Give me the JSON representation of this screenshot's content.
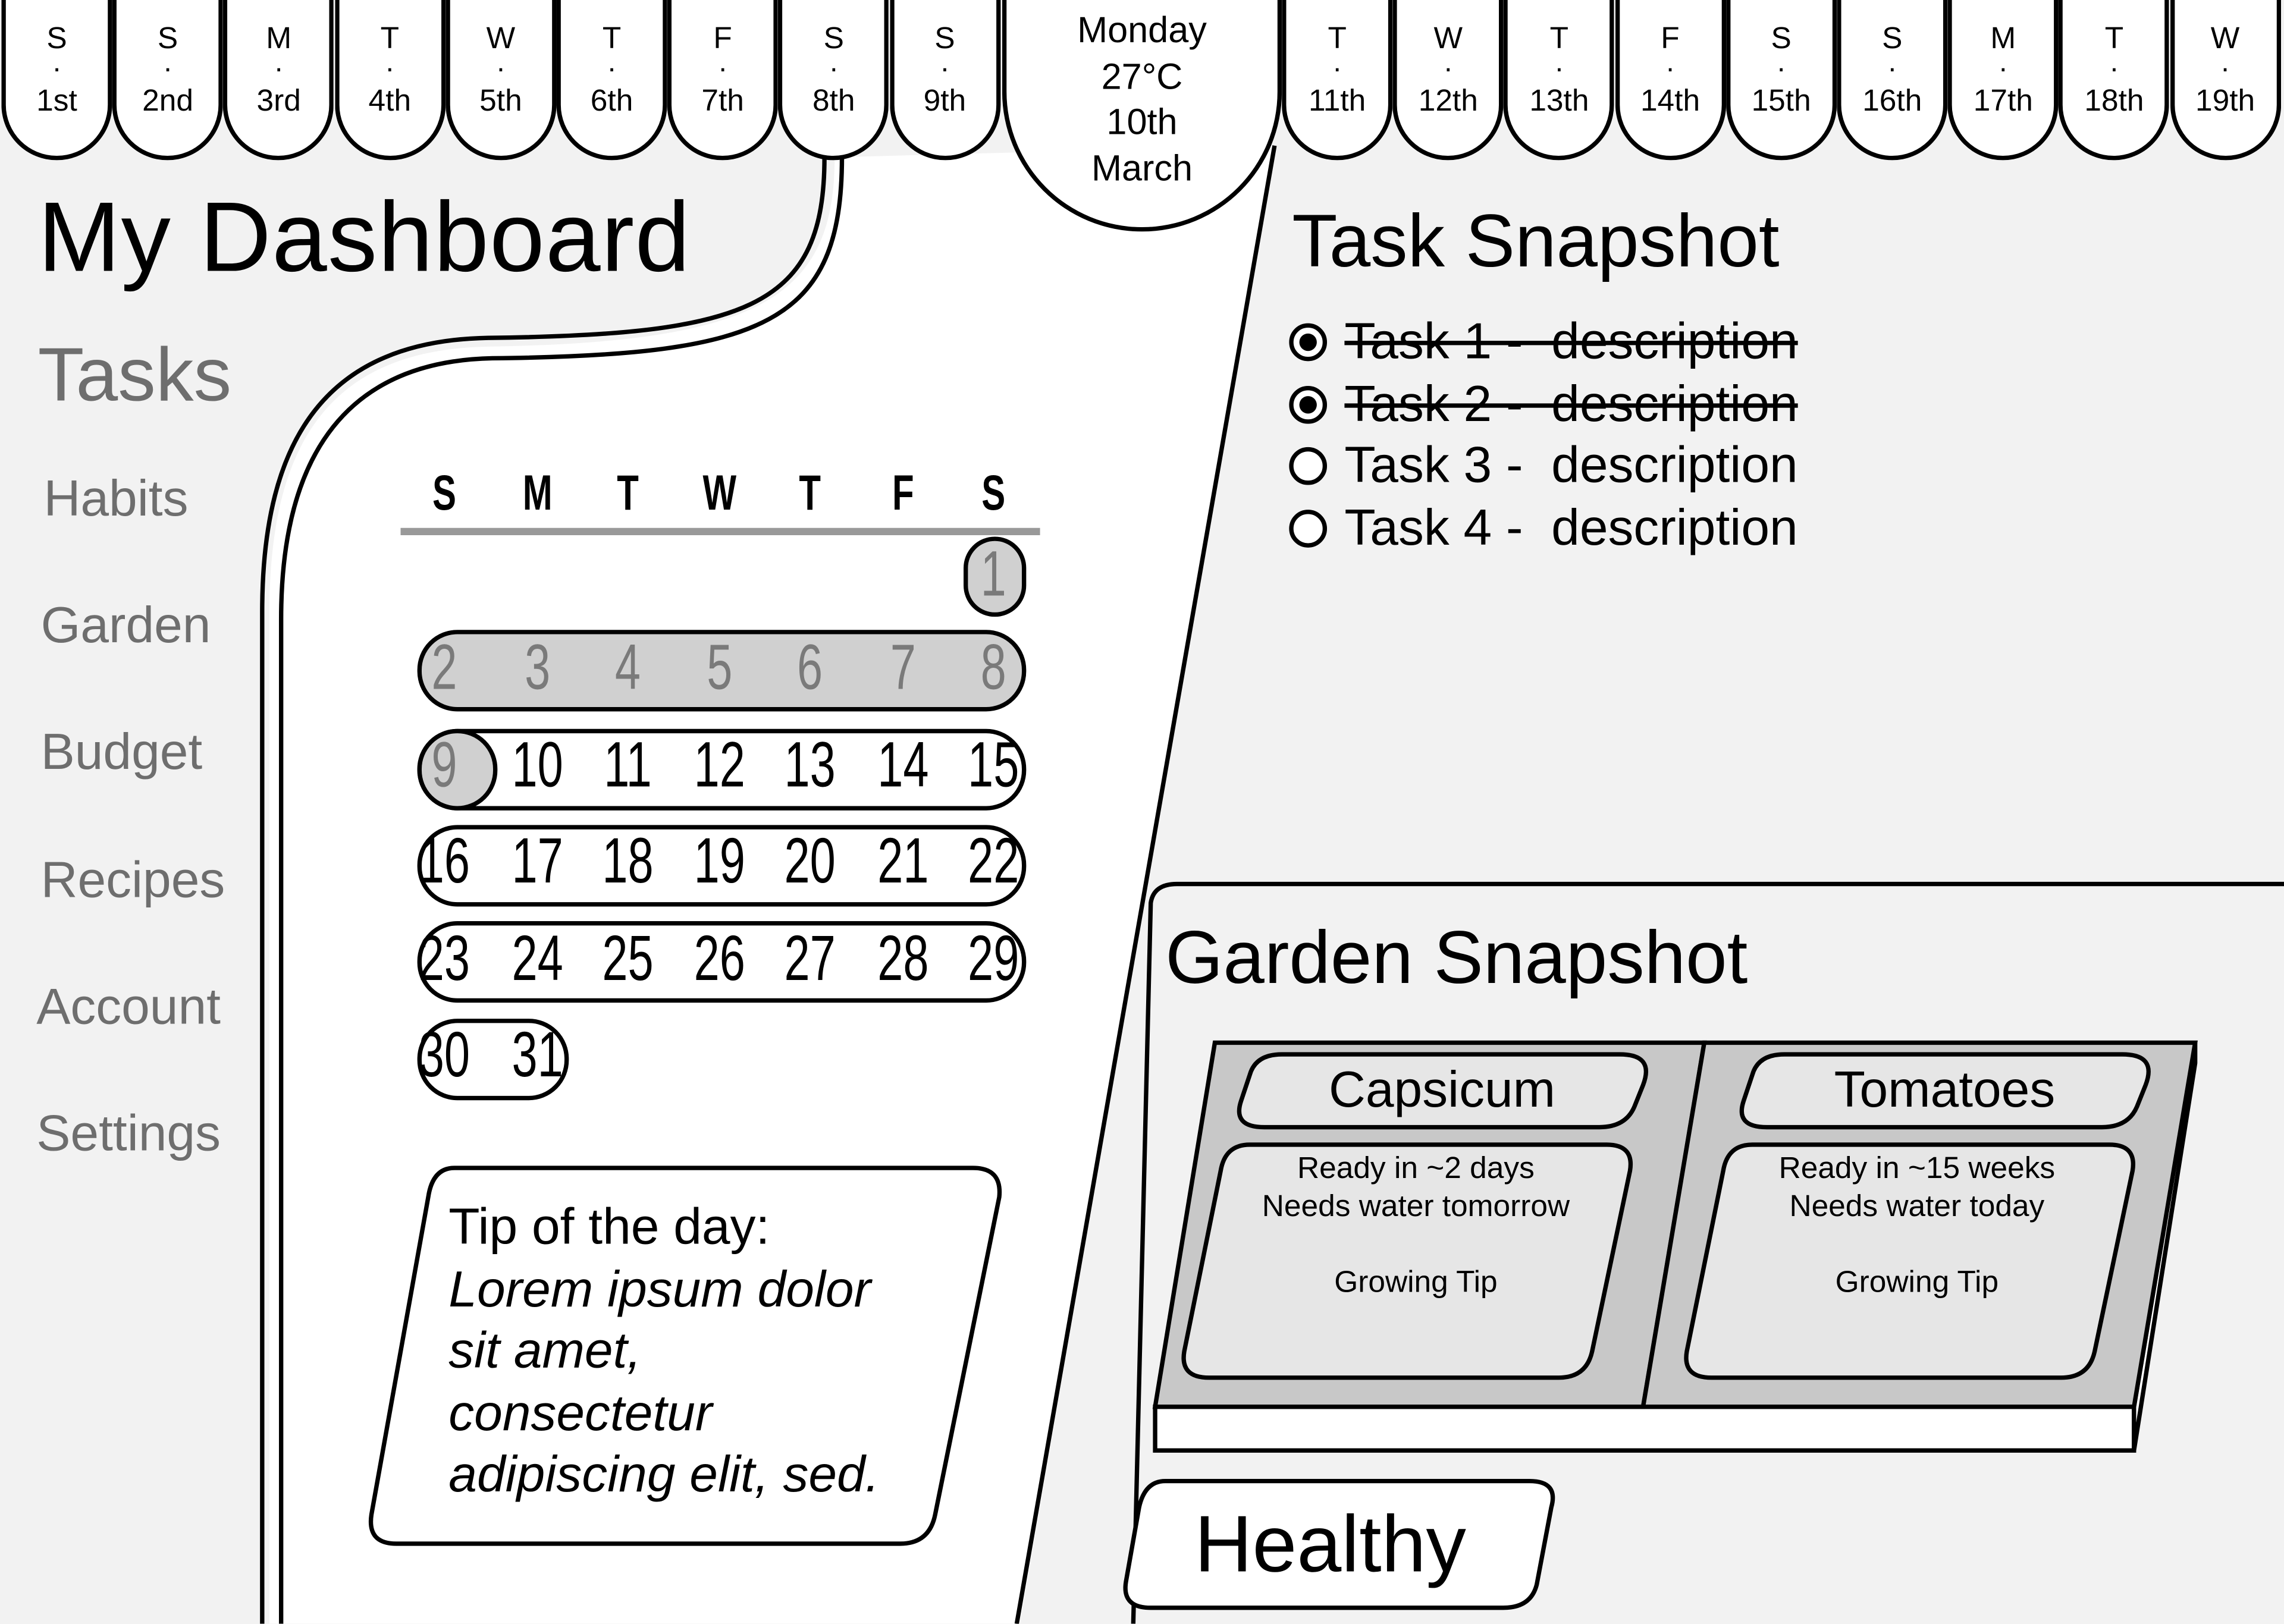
{
  "dashboard": {
    "title": "My Dashboard"
  },
  "nav": {
    "tasks": "Tasks",
    "items": [
      "Habits",
      "Garden",
      "Budget",
      "Recipes",
      "Account",
      "Settings"
    ]
  },
  "date_strip": {
    "days_before": [
      {
        "dow": "S",
        "sep": ".",
        "date": "1st"
      },
      {
        "dow": "S",
        "sep": ".",
        "date": "2nd"
      },
      {
        "dow": "M",
        "sep": ".",
        "date": "3rd"
      },
      {
        "dow": "T",
        "sep": ".",
        "date": "4th"
      },
      {
        "dow": "W",
        "sep": ".",
        "date": "5th"
      },
      {
        "dow": "T",
        "sep": ".",
        "date": "6th"
      },
      {
        "dow": "F",
        "sep": ".",
        "date": "7th"
      },
      {
        "dow": "S",
        "sep": ".",
        "date": "8th"
      },
      {
        "dow": "S",
        "sep": ".",
        "date": "9th"
      }
    ],
    "today": {
      "day": "Monday",
      "temp": "27°C",
      "date": "10th",
      "month": "March"
    },
    "days_after": [
      {
        "dow": "T",
        "sep": ".",
        "date": "11th"
      },
      {
        "dow": "W",
        "sep": ".",
        "date": "12th"
      },
      {
        "dow": "T",
        "sep": ".",
        "date": "13th"
      },
      {
        "dow": "F",
        "sep": ".",
        "date": "14th"
      },
      {
        "dow": "S",
        "sep": ".",
        "date": "15th"
      },
      {
        "dow": "S",
        "sep": ".",
        "date": "16th"
      },
      {
        "dow": "M",
        "sep": ".",
        "date": "17th"
      },
      {
        "dow": "T",
        "sep": ".",
        "date": "18th"
      },
      {
        "dow": "W",
        "sep": ".",
        "date": "19th"
      }
    ]
  },
  "calendar": {
    "weekdays": [
      "S",
      "M",
      "T",
      "W",
      "T",
      "F",
      "S"
    ],
    "weeks": [
      [
        "",
        "",
        "",
        "",
        "",
        "",
        "1"
      ],
      [
        "2",
        "3",
        "4",
        "5",
        "6",
        "7",
        "8"
      ],
      [
        "9",
        "10",
        "11",
        "12",
        "13",
        "14",
        "15"
      ],
      [
        "16",
        "17",
        "18",
        "19",
        "20",
        "21",
        "22"
      ],
      [
        "23",
        "24",
        "25",
        "26",
        "27",
        "28",
        "29"
      ],
      [
        "30",
        "31",
        "",
        "",
        "",
        "",
        ""
      ]
    ]
  },
  "tip": {
    "heading": "Tip of the day:",
    "lines": [
      "Lorem ipsum dolor",
      "sit amet,",
      "consectetur",
      "adipiscing elit, sed."
    ]
  },
  "tasks": {
    "title": "Task Snapshot",
    "items": [
      {
        "label": "Task 1 -  description",
        "done": true
      },
      {
        "label": "Task 2 -  description",
        "done": true
      },
      {
        "label": "Task 3 -  description",
        "done": false
      },
      {
        "label": "Task 4 -  description",
        "done": false
      }
    ]
  },
  "garden": {
    "title": "Garden Snapshot",
    "plants": [
      {
        "name": "Capsicum",
        "ready": "Ready in ~2 days",
        "water": "Needs water tomorrow",
        "tip": "Growing Tip"
      },
      {
        "name": "Tomatoes",
        "ready": "Ready in ~15 weeks",
        "water": "Needs water today",
        "tip": "Growing Tip"
      }
    ],
    "status": "Healthy"
  },
  "colors": {
    "background": "#f2f2f2",
    "panel": "#ffffff",
    "muted_text": "#6e6e6e",
    "planter_fill": "#c8c8c8",
    "plant_card": "#e6e6e6"
  }
}
